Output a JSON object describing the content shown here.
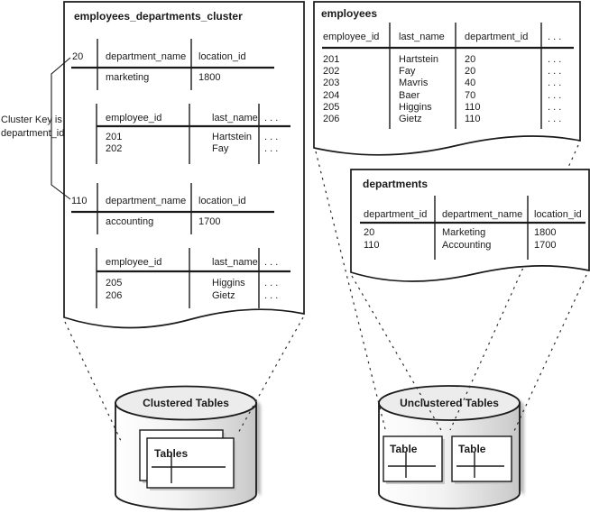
{
  "colors": {
    "ink": "#1a1a1a",
    "cylinder_fill": "#ececec",
    "shadow": "#b9b9b9"
  },
  "ellipsis": ". . .",
  "cluster_box": {
    "title": "employees_departments_cluster",
    "cluster_key_note_line1": "Cluster Key is",
    "cluster_key_note_line2": "department_id",
    "groups": [
      {
        "key": "20",
        "dept_headers": [
          "department_name",
          "location_id"
        ],
        "dept_row": [
          "marketing",
          "1800"
        ],
        "emp_headers": [
          "employee_id",
          "last_name"
        ],
        "emp_rows": [
          [
            "201",
            "Hartstein"
          ],
          [
            "202",
            "Fay"
          ]
        ]
      },
      {
        "key": "110",
        "dept_headers": [
          "department_name",
          "location_id"
        ],
        "dept_row": [
          "accounting",
          "1700"
        ],
        "emp_headers": [
          "employee_id",
          "last_name"
        ],
        "emp_rows": [
          [
            "205",
            "Higgins"
          ],
          [
            "206",
            "Gietz"
          ]
        ]
      }
    ]
  },
  "employees_box": {
    "title": "employees",
    "headers": [
      "employee_id",
      "last_name",
      "department_id"
    ],
    "rows": [
      [
        "201",
        "Hartstein",
        "20"
      ],
      [
        "202",
        "Fay",
        "20"
      ],
      [
        "203",
        "Mavris",
        "40"
      ],
      [
        "204",
        "Baer",
        "70"
      ],
      [
        "205",
        "Higgins",
        "110"
      ],
      [
        "206",
        "Gietz",
        "110"
      ]
    ]
  },
  "departments_box": {
    "title": "departments",
    "headers": [
      "department_id",
      "department_name",
      "location_id"
    ],
    "rows": [
      [
        "20",
        "Marketing",
        "1800"
      ],
      [
        "110",
        "Accounting",
        "1700"
      ]
    ]
  },
  "storage": {
    "clustered": {
      "label": "Clustered Tables",
      "cards": [
        "Tables"
      ]
    },
    "unclustered": {
      "label": "Unclustered Tables",
      "cards": [
        "Table",
        "Table"
      ]
    }
  }
}
